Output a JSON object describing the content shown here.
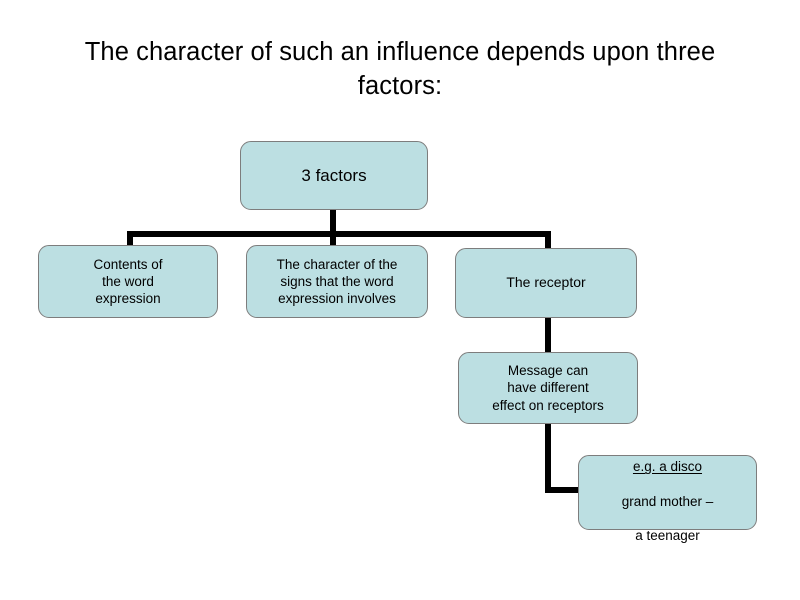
{
  "slide": {
    "title": "The character of such an influence depends upon three factors:",
    "background_color": "#ffffff",
    "node_fill_color": "#bcdfe2",
    "node_border_color": "#7d7d7d",
    "connector_color": "#000000",
    "text_color": "#000000"
  },
  "diagram": {
    "type": "flowchart",
    "nodes": [
      {
        "id": "root",
        "label": "3 factors",
        "underlined_first_line": false
      },
      {
        "id": "a",
        "label": "Contents of\nthe word\nexpression",
        "underlined_first_line": false
      },
      {
        "id": "b",
        "label": "The character of the\nsigns that the word\nexpression involves",
        "underlined_first_line": false
      },
      {
        "id": "c",
        "label": "The receptor",
        "underlined_first_line": false
      },
      {
        "id": "d",
        "label": "Message can\nhave different\neffect on receptors",
        "underlined_first_line": false
      },
      {
        "id": "e",
        "label_line1": "e.g. a disco",
        "label_line2": "grand mother –",
        "label_line3": "a teenager",
        "underlined_first_line": true
      }
    ],
    "edges": [
      {
        "from": "root",
        "to": "a",
        "style": "elbow"
      },
      {
        "from": "root",
        "to": "b",
        "style": "straight"
      },
      {
        "from": "root",
        "to": "c",
        "style": "elbow"
      },
      {
        "from": "c",
        "to": "d",
        "style": "straight"
      },
      {
        "from": "d",
        "to": "e",
        "style": "elbow"
      }
    ]
  }
}
